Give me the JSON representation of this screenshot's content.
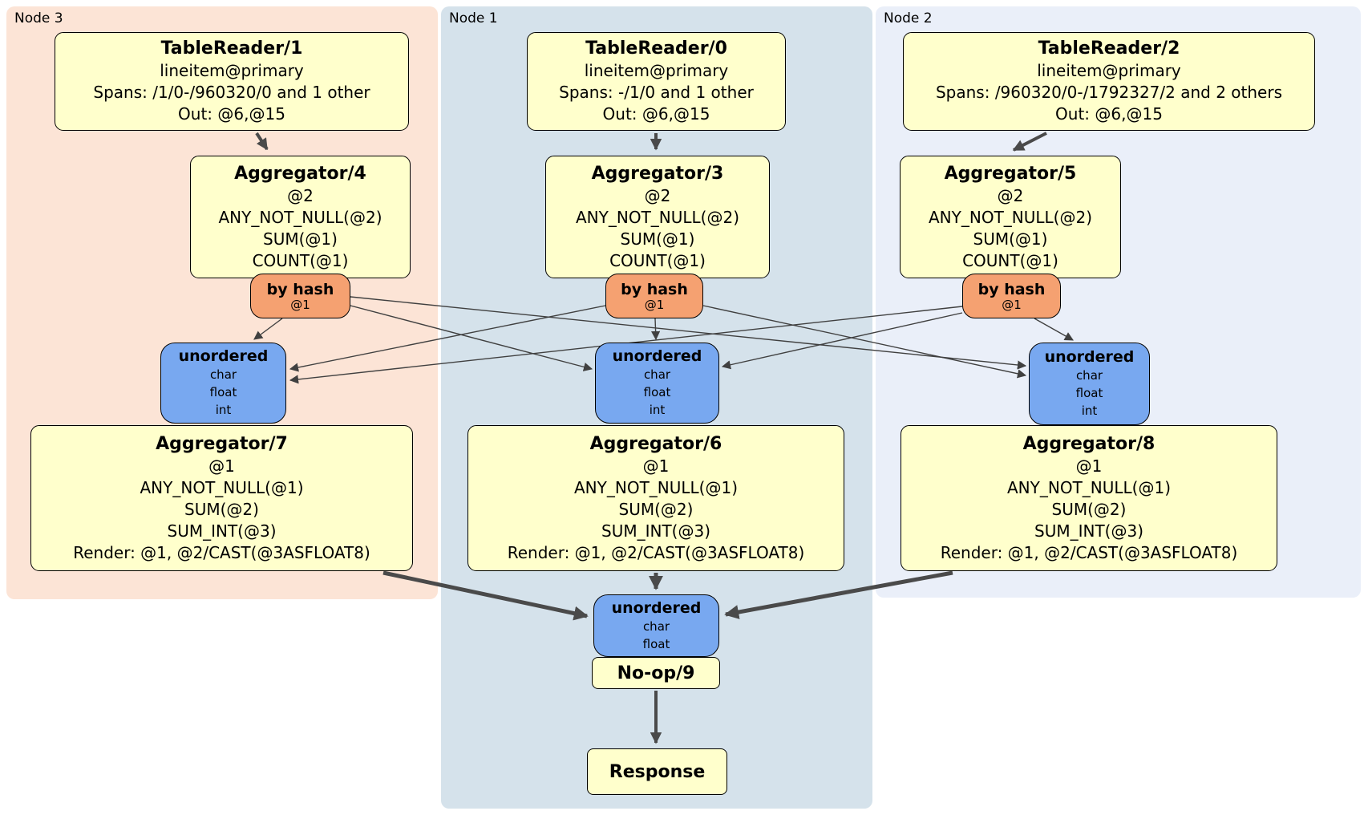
{
  "colors": {
    "node3_band": "#fce4d6",
    "node1_band": "#d5e2eb",
    "node2_band": "#eaeff9",
    "processor_box": "#ffffcc",
    "hash_router": "#f5a171",
    "unordered_sync": "#78a8f0",
    "edge": "#4a4a4a"
  },
  "regions": {
    "node3": {
      "label": "Node 3"
    },
    "node1": {
      "label": "Node 1"
    },
    "node2": {
      "label": "Node 2"
    }
  },
  "boxes": {
    "tr1": {
      "title": "TableReader/1",
      "lines": [
        "lineitem@primary",
        "Spans: /1/0-/960320/0 and 1 other",
        "Out: @6,@15"
      ]
    },
    "tr0": {
      "title": "TableReader/0",
      "lines": [
        "lineitem@primary",
        "Spans: -/1/0 and 1 other",
        "Out: @6,@15"
      ]
    },
    "tr2": {
      "title": "TableReader/2",
      "lines": [
        "lineitem@primary",
        "Spans: /960320/0-/1792327/2 and 2 others",
        "Out: @6,@15"
      ]
    },
    "agg4": {
      "title": "Aggregator/4",
      "lines": [
        "@2",
        "ANY_NOT_NULL(@2)",
        "SUM(@1)",
        "COUNT(@1)"
      ]
    },
    "agg3": {
      "title": "Aggregator/3",
      "lines": [
        "@2",
        "ANY_NOT_NULL(@2)",
        "SUM(@1)",
        "COUNT(@1)"
      ]
    },
    "agg5": {
      "title": "Aggregator/5",
      "lines": [
        "@2",
        "ANY_NOT_NULL(@2)",
        "SUM(@1)",
        "COUNT(@1)"
      ]
    },
    "agg7": {
      "title": "Aggregator/7",
      "lines": [
        "@1",
        "ANY_NOT_NULL(@1)",
        "SUM(@2)",
        "SUM_INT(@3)",
        "Render: @1, @2/CAST(@3ASFLOAT8)"
      ]
    },
    "agg6": {
      "title": "Aggregator/6",
      "lines": [
        "@1",
        "ANY_NOT_NULL(@1)",
        "SUM(@2)",
        "SUM_INT(@3)",
        "Render: @1, @2/CAST(@3ASFLOAT8)"
      ]
    },
    "agg8": {
      "title": "Aggregator/8",
      "lines": [
        "@1",
        "ANY_NOT_NULL(@1)",
        "SUM(@2)",
        "SUM_INT(@3)",
        "Render: @1, @2/CAST(@3ASFLOAT8)"
      ]
    },
    "noop": {
      "title": "No-op/9"
    },
    "response": {
      "title": "Response"
    }
  },
  "routers": {
    "rh4": {
      "title": "by hash",
      "sub": "@1"
    },
    "rh3": {
      "title": "by hash",
      "sub": "@1"
    },
    "rh5": {
      "title": "by hash",
      "sub": "@1"
    }
  },
  "syncs": {
    "un3": {
      "title": "unordered",
      "lines": [
        "char",
        "float",
        "int"
      ]
    },
    "un1": {
      "title": "unordered",
      "lines": [
        "char",
        "float",
        "int"
      ]
    },
    "un2": {
      "title": "unordered",
      "lines": [
        "char",
        "float",
        "int"
      ]
    },
    "unF": {
      "title": "unordered",
      "lines": [
        "char",
        "float"
      ]
    }
  }
}
